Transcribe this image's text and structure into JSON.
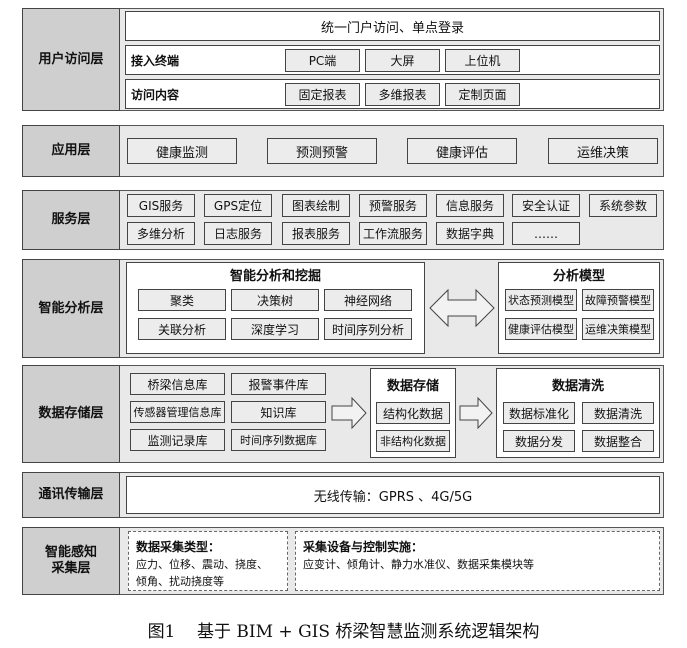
{
  "layers": {
    "user_access": {
      "label": "用户访问层",
      "portal": "统一门户访问、单点登录",
      "access_terminal": {
        "label": "接入终端",
        "items": [
          "PC端",
          "大屏",
          "上位机"
        ]
      },
      "access_content": {
        "label": "访问内容",
        "items": [
          "固定报表",
          "多维报表",
          "定制页面"
        ]
      }
    },
    "application": {
      "label": "应用层",
      "items": [
        "健康监测",
        "预测预警",
        "健康评估",
        "运维决策"
      ]
    },
    "service": {
      "label": "服务层",
      "row1": [
        "GIS服务",
        "GPS定位",
        "图表绘制",
        "预警服务",
        "信息服务",
        "安全认证",
        "系统参数"
      ],
      "row2": [
        "多维分析",
        "日志服务",
        "报表服务",
        "工作流服务",
        "数据字典",
        "……"
      ]
    },
    "intelligent_analysis": {
      "label": "智能分析层",
      "mining": {
        "title": "智能分析和挖掘",
        "items": [
          "聚类",
          "决策树",
          "神经网络",
          "关联分析",
          "深度学习",
          "时间序列分析"
        ]
      },
      "models": {
        "title": "分析模型",
        "items": [
          "状态预测模型",
          "故障预警模型",
          "健康评估模型",
          "运维决策模型"
        ]
      }
    },
    "data_storage": {
      "label": "数据存储层",
      "databases": [
        "桥梁信息库",
        "报警事件库",
        "传感器管理信息库",
        "知识库",
        "监测记录库",
        "时间序列数据库"
      ],
      "storage": {
        "title": "数据存储",
        "items": [
          "结构化数据",
          "非结构化数据"
        ]
      },
      "cleaning": {
        "title": "数据清洗",
        "items": [
          "数据标准化",
          "数据清洗",
          "数据分发",
          "数据整合"
        ]
      }
    },
    "communication": {
      "label": "通讯传输层",
      "text": "无线传输：GPRS 、4G/5G"
    },
    "perception": {
      "label": "智能感知\n采集层",
      "types": {
        "title": "数据采集类型：",
        "line1": "应力、位移、震动、挠度、",
        "line2": "倾角、扰动挠度等"
      },
      "devices": {
        "title": "采集设备与控制实施：",
        "line1": "应变计、倾角计、静力水准仪、数据采集模块等"
      }
    }
  },
  "caption": "图1    基于 BIM + GIS 桥梁智慧监测系统逻辑架构"
}
